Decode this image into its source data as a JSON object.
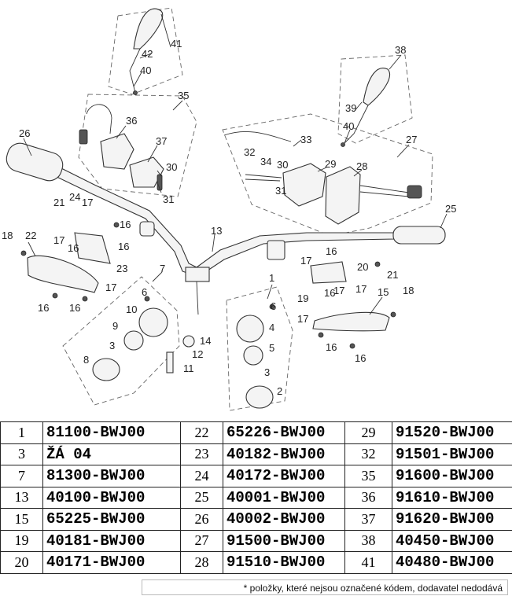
{
  "diagram": {
    "callouts": [
      "1",
      "2",
      "3",
      "4",
      "5",
      "6",
      "7",
      "8",
      "9",
      "10",
      "11",
      "12",
      "13",
      "14",
      "15",
      "16",
      "17",
      "18",
      "19",
      "20",
      "21",
      "22",
      "23",
      "24",
      "25",
      "26",
      "27",
      "28",
      "29",
      "30",
      "31",
      "32",
      "33",
      "34",
      "35",
      "36",
      "37",
      "38",
      "39",
      "40",
      "41",
      "42"
    ]
  },
  "table": {
    "rows": [
      [
        {
          "no": "1",
          "code": "81100-BWJ00"
        },
        {
          "no": "22",
          "code": "65226-BWJ00"
        },
        {
          "no": "29",
          "code": "91520-BWJ00"
        }
      ],
      [
        {
          "no": "3",
          "code": "ŽÁ 04"
        },
        {
          "no": "23",
          "code": "40182-BWJ00"
        },
        {
          "no": "32",
          "code": "91501-BWJ00"
        }
      ],
      [
        {
          "no": "7",
          "code": "81300-BWJ00"
        },
        {
          "no": "24",
          "code": "40172-BWJ00"
        },
        {
          "no": "35",
          "code": "91600-BWJ00"
        }
      ],
      [
        {
          "no": "13",
          "code": "40100-BWJ00"
        },
        {
          "no": "25",
          "code": "40001-BWJ00"
        },
        {
          "no": "36",
          "code": "91610-BWJ00"
        }
      ],
      [
        {
          "no": "15",
          "code": "65225-BWJ00"
        },
        {
          "no": "26",
          "code": "40002-BWJ00"
        },
        {
          "no": "37",
          "code": "91620-BWJ00"
        }
      ],
      [
        {
          "no": "19",
          "code": "40181-BWJ00"
        },
        {
          "no": "27",
          "code": "91500-BWJ00"
        },
        {
          "no": "38",
          "code": "40450-BWJ00"
        }
      ],
      [
        {
          "no": "20",
          "code": "40171-BWJ00"
        },
        {
          "no": "28",
          "code": "91510-BWJ00"
        },
        {
          "no": "41",
          "code": "40480-BWJ00"
        }
      ]
    ]
  },
  "footnote": "* položky, které nejsou označené kódem, dodavatel nedodává"
}
